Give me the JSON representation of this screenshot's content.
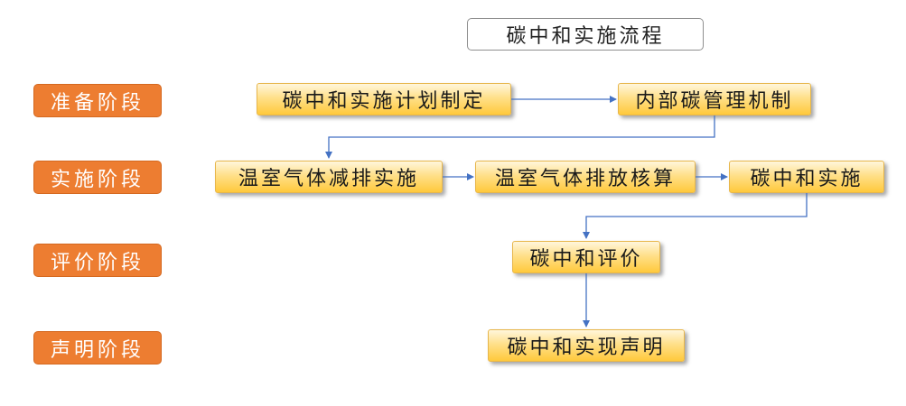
{
  "title": "碳中和实施流程",
  "stages": [
    "准备阶段",
    "实施阶段",
    "评价阶段",
    "声明阶段"
  ],
  "nodes": {
    "plan": "碳中和实施计划制定",
    "internal_mechanism": "内部碳管理机制",
    "ghg_reduction": "温室气体减排实施",
    "ghg_accounting": "温室气体排放核算",
    "neutral_implementation": "碳中和实施",
    "evaluation": "碳中和评价",
    "declaration": "碳中和实现声明"
  },
  "colors": {
    "stage_fill": "#ed7d31",
    "node_fill_top": "#fff6dc",
    "node_fill_bottom": "#ffc93c",
    "edge": "#4472c4"
  }
}
